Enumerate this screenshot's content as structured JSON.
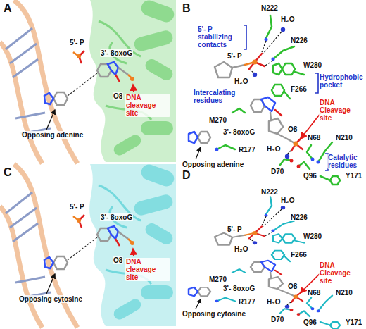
{
  "diagram": {
    "labels": [
      "A",
      "5'- P",
      "3'- 8oxoG",
      "O8",
      "DNA cleavage site",
      "Opposing adenine",
      "B",
      "N222",
      "5'- P stabilizing contacts",
      "H₂O",
      "N226",
      "5'- P",
      "W280",
      "Hydrophobic pocket",
      "H₂O",
      "F266",
      "Intercalating residues",
      "DNA Cleavage site",
      "M270",
      "3'- 8oxoG",
      "O8",
      "N68",
      "N210",
      "Catalytic residues",
      "R177",
      "H₂O",
      "Opposing adenine",
      "D70",
      "Q96",
      "Y171",
      "C",
      "5'- P",
      "3'- 8oxoG",
      "O8",
      "DNA cleavage site",
      "Opposing cytosine",
      "D",
      "N222",
      "H₂O",
      "N226",
      "5'- P",
      "W280",
      "H₂O",
      "F266",
      "DNA Cleavage site",
      "M270",
      "O8",
      "3'- 8oxoG",
      "N68",
      "N210",
      "R177",
      "H₂O",
      "Opposing cytosine",
      "D70",
      "Y171",
      "Q96"
    ]
  }
}
